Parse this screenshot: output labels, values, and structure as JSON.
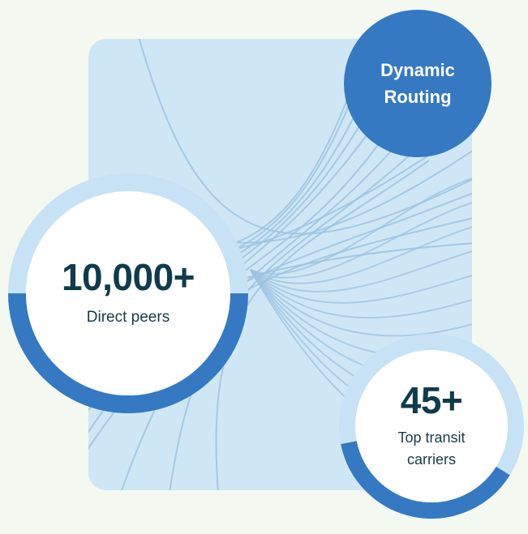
{
  "dynamic_routing": {
    "line1": "Dynamic",
    "line2": "Routing"
  },
  "peers": {
    "value": "10,000+",
    "label": "Direct peers",
    "ring_progress": 0.5
  },
  "transit": {
    "value": "45+",
    "label_line1": "Top transit",
    "label_line2": "carriers",
    "ring_progress": 0.38
  },
  "colors": {
    "background": "#f3f9f1",
    "panel": "#cfe7f4",
    "lines": "#9cc2e2",
    "accent": "#3579c2",
    "ring_track": "#c7e2f4",
    "text_dark": "#0f3b4d"
  }
}
